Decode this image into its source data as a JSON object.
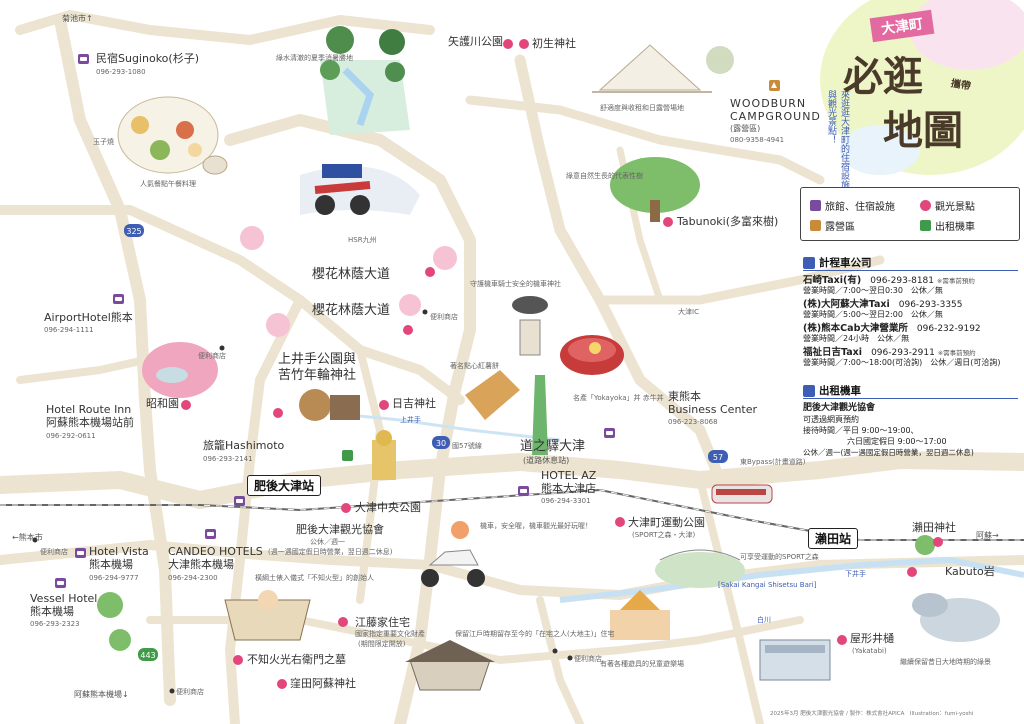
{
  "title": {
    "badge": "大津町",
    "line1": "必逛",
    "line2": "地圖",
    "aside": "攜帶",
    "subtitle": "來逛逛大津町的住宿設施與觀光景點！"
  },
  "legend": {
    "lodging": "旅館、住宿設施",
    "sightseeing": "觀光景點",
    "camping": "露營區",
    "rental": "出租機車",
    "colors": {
      "lodging": "#7a4a9c",
      "sightseeing": "#e2467a",
      "camping": "#c98a3a",
      "rental": "#3f9a4a",
      "section": "#3e5db4"
    }
  },
  "taxi": {
    "heading": "計程車公司",
    "companies": [
      {
        "name": "石崎Taxi(有)",
        "phone": "096-293-8181",
        "note": "※需事前預約",
        "hours": "營業時間／7:00～翌日0:30　公休／無"
      },
      {
        "name": "(株)大阿蘇大津Taxi",
        "phone": "096-293-3355",
        "note": "",
        "hours": "營業時間／5:00～翌日2:00　公休／無"
      },
      {
        "name": "(株)熊本Cab大津營業所",
        "phone": "096-232-9192",
        "note": "",
        "hours": "營業時間／24小時　公休／無"
      },
      {
        "name": "福祉日吉Taxi",
        "phone": "096-293-2911",
        "note": "※需事前預約",
        "hours": "營業時間／7:00～18:00(可洽詢)　公休／週日(可洽詢)"
      }
    ]
  },
  "rental": {
    "heading": "出租機車",
    "org": "肥後大津觀光協會",
    "line1": "可透過網頁預約",
    "line2": "接待時間／平日 9:00～19:00、",
    "line3": "六日國定假日 9:00～17:00",
    "line4": "公休／週一(週一遇國定假日時營業，翌日週二休息)"
  },
  "places": {
    "suginoko": {
      "name": "民宿Suginoko(杉子)",
      "tel": "096-293-1080"
    },
    "airport_hotel": {
      "name": "AirportHotel熊本",
      "tel": "096-294-1111"
    },
    "route_inn": {
      "name1": "Hotel Route Inn",
      "name2": "阿蘇熊本機場站前",
      "tel": "096-292-0611"
    },
    "hashimoto": {
      "name": "旅籠Hashimoto",
      "tel": "096-293-2141"
    },
    "vista": {
      "name1": "Hotel Vista",
      "name2": "熊本機場",
      "tel": "096-294-9777"
    },
    "candeo": {
      "name1": "CANDEO HOTELS",
      "name2": "大津熊本機場",
      "tel": "096-294-2300"
    },
    "vessel": {
      "name1": "Vessel Hotel",
      "name2": "熊本機場",
      "tel": "096-293-2323"
    },
    "hotel_az": {
      "name1": "HOTEL AZ",
      "name2": "熊本大津店",
      "tel": "096-294-3301"
    },
    "business_center": {
      "name1": "東熊本",
      "name2": "Business Center",
      "tel": "096-223-8068"
    },
    "woodburn": {
      "name1": "WOODBURN",
      "name2": "CAMPGROUND",
      "name3": "(露營區)",
      "tel": "080-9358-4941"
    },
    "yakatagawa": "矢護川公園",
    "hatsuo": "初生神社",
    "tabunoki": "Tabunoki(多富來樹)",
    "sakura1": "櫻花林蔭大道",
    "sakura2": "櫻花林蔭大道",
    "kamiide": {
      "name1": "上井手公園與",
      "name2": "苦竹年輪神社"
    },
    "hiyoshi": "日吉神社",
    "showaen": "昭和園",
    "michinoeki": {
      "name1": "道之驛大津",
      "name2": "(道路休息站)"
    },
    "chuo_park": "大津中央公園",
    "kanko_kyokai": {
      "name": "肥後大津觀光協會",
      "l1": "公休／週一",
      "l2": "(週一遇國定假日時營業，翌日週二休息)"
    },
    "undo_park": {
      "name": "大津町運動公園",
      "sub": "(SPORT之森・大津)"
    },
    "ezake": {
      "name": "江藤家住宅",
      "l1": "國家指定重要文化財產",
      "l2": "(期間限定開放)"
    },
    "shiranui": "不知火光右衛門之墓",
    "kubota": "窪田阿蘇神社",
    "seta_jinja": "瀨田神社",
    "kabuto": "Kabuto岩",
    "yakatabi": {
      "name": "屋形井樋",
      "sub": "(Yakatabi)"
    }
  },
  "stations": {
    "higo_ozu": "肥後大津站",
    "seta": "瀨田站"
  },
  "roads": {
    "r325": "325",
    "r57": "57",
    "r30": "30",
    "r443": "443",
    "national57": "國57號線",
    "bypass": "東Bypass(計畫道路)",
    "kamiide_river": "上井手",
    "shirakawa": "白川",
    "ozu_ic": "大津IC",
    "hsr": "HSR九州",
    "sakai": "[Sakai Kangai Shisetsu Bari]",
    "kicho": "下井手"
  },
  "directions": {
    "kikuchi": "菊池市↑",
    "kumamoto": "←熊本市",
    "aso": "阿蘇→",
    "airport": "阿蘇熊本機場↓"
  },
  "convenience": "便利商店",
  "notes": {
    "kawa": "綠水清澈的夏季消暑勝地",
    "tent": "舒適度與收租和日露營場地",
    "tree": "綠意自然生長的代表性樹",
    "hsr_note": "HSR九州",
    "rider": "守護機車騎士安全的機車神社",
    "cake": "著名點心紅薯餅",
    "don": "名產「Yokayoka」丼 赤牛丼",
    "scooter": "機車，安全喔，機車觀光最好玩喔！",
    "sumo": "橫綱土俵入儀式「不知火型」的創始人",
    "ezake_note": "保留江戶時期留存至今的「在宅之人(大地主)」住宅",
    "nature": "有著各種遊具的兒童遊樂場",
    "sports": "可享受運動的SPORT之森",
    "kawa2": "繼續保留昔日大地時期的綠景",
    "food": "人氣餐點午餐料理",
    "tamago": "玉子燒"
  },
  "footer": "2025年3月 肥後大津觀光協會 / 製作：株式會社APICA　Illustration：fumi-yoshi"
}
